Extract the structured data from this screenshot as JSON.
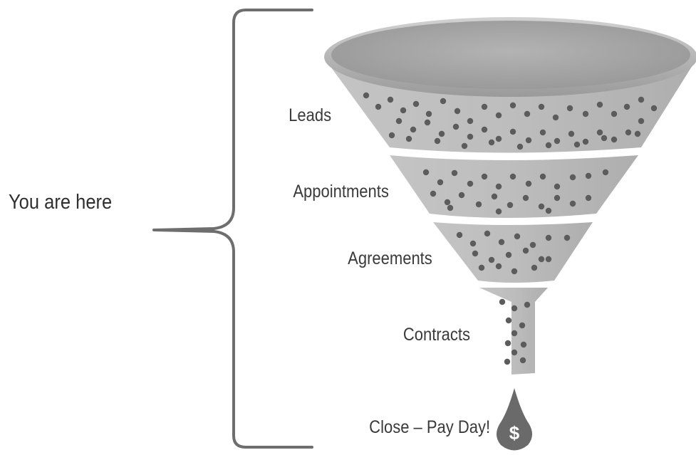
{
  "annotation": {
    "text": "You are here"
  },
  "stages": [
    {
      "id": "leads",
      "label": "Leads"
    },
    {
      "id": "appointments",
      "label": "Appointments"
    },
    {
      "id": "agreements",
      "label": "Agreements"
    },
    {
      "id": "contracts",
      "label": "Contracts"
    },
    {
      "id": "close",
      "label": "Close – Pay Day!"
    }
  ],
  "drop_symbol": "$",
  "colors": {
    "funnel_body": "#b9b9b9",
    "funnel_rim": "#9c9c9c",
    "funnel_inside": "#a6a6a6",
    "dots": "#5c5c5c",
    "drop": "#6a6a6a",
    "bracket": "#6e6e6e",
    "text": "#3a3a3a"
  }
}
